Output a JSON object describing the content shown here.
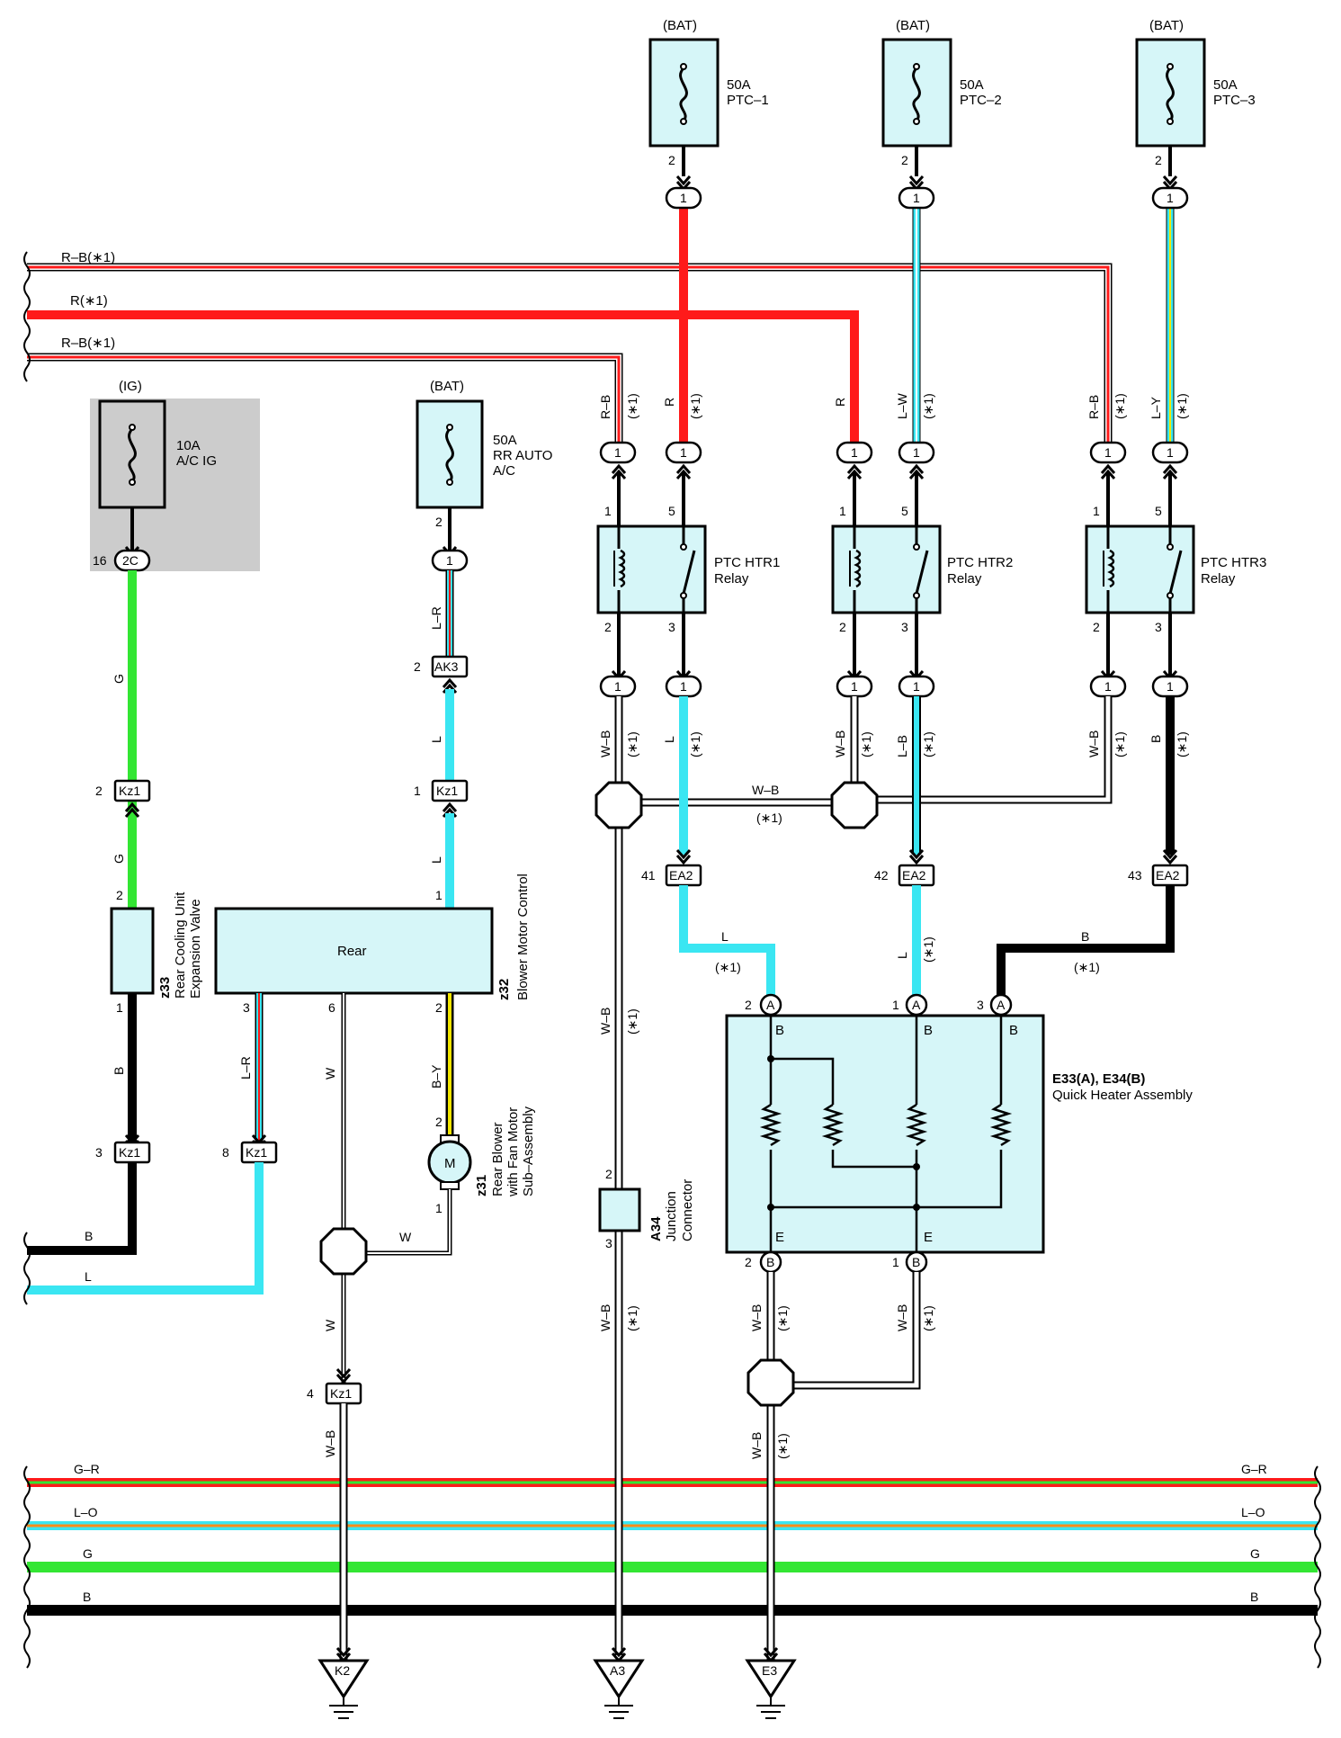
{
  "top_wires": [
    {
      "label": "R–B(∗1)"
    },
    {
      "label": "R(∗1)"
    },
    {
      "label": "R–B(∗1)"
    }
  ],
  "fuses": [
    {
      "source": "(BAT)",
      "rating": "50A",
      "name": "PTC–1",
      "terminal": "2",
      "connector": "1"
    },
    {
      "source": "(BAT)",
      "rating": "50A",
      "name": "PTC–2",
      "terminal": "2",
      "connector": "1"
    },
    {
      "source": "(BAT)",
      "rating": "50A",
      "name": "PTC–3",
      "terminal": "2",
      "connector": "1"
    },
    {
      "source": "(IG)",
      "rating": "10A",
      "name": "A/C IG",
      "terminal": "16",
      "connector": "2C"
    },
    {
      "source": "(BAT)",
      "rating": "50A",
      "name": "RR AUTO",
      "name2": "A/C",
      "terminal": "2",
      "connector": "1"
    }
  ],
  "relays": [
    {
      "name": "PTC HTR1",
      "type": "Relay",
      "pins": [
        "1",
        "5",
        "2",
        "3"
      ],
      "in_colors": [
        "R–B",
        "R"
      ],
      "out_colors": [
        "W–B",
        "L"
      ]
    },
    {
      "name": "PTC HTR2",
      "type": "Relay",
      "pins": [
        "1",
        "5",
        "2",
        "3"
      ],
      "in_colors": [
        "R",
        "L–W"
      ],
      "out_colors": [
        "W–B",
        "L–B"
      ]
    },
    {
      "name": "PTC HTR3",
      "type": "Relay",
      "pins": [
        "1",
        "5",
        "2",
        "3"
      ],
      "in_colors": [
        "R–B",
        "L–Y"
      ],
      "out_colors": [
        "W–B",
        "B"
      ]
    }
  ],
  "note": "(∗1)",
  "connector_pin": "1",
  "ea2": [
    {
      "pin": "41",
      "name": "EA2"
    },
    {
      "pin": "42",
      "name": "EA2"
    },
    {
      "pin": "43",
      "name": "EA2"
    }
  ],
  "left_section": {
    "wire_g": "G",
    "kz1_top_pin": "2",
    "kz1": "Kz1",
    "valve_pin_top": "2",
    "valve_pin_bottom": "1",
    "valve_code": "z33",
    "valve_name1": "Rear Cooling Unit",
    "valve_name2": "Expansion Valve",
    "wire_b": "B",
    "kz1_b_pin": "3",
    "wire_lr": "L–R",
    "kz1_lr_pin": "8",
    "bottom_b": "B",
    "bottom_l": "L"
  },
  "blower_control": {
    "title": "Rear",
    "code": "z32",
    "name": "Blower Motor Control",
    "wire_lr": "L–R",
    "ak3_pin": "2",
    "ak3": "AK3",
    "wire_l": "L",
    "kz1_pin": "1",
    "kz1": "Kz1",
    "pin_top": "1",
    "pins_bottom": [
      "3",
      "6",
      "2"
    ],
    "wire_w": "W",
    "wire_by": "B–Y"
  },
  "motor": {
    "symbol": "M",
    "pin_top": "2",
    "pin_bottom": "1",
    "code": "z31",
    "name1": "Rear Blower",
    "name2": "with Fan Motor",
    "name3": "Sub–Assembly",
    "wire_w": "W",
    "kz1_pin": "4",
    "kz1": "Kz1",
    "wire_wb": "W–B"
  },
  "junction": {
    "code": "A34",
    "name1": "Junction",
    "name2": "Connector",
    "pin_top": "2",
    "pin_bottom": "3",
    "wire": "W–B"
  },
  "splice_wire": "W–B",
  "heater": {
    "code": "E33(A), E34(B)",
    "name": "Quick Heater Assembly",
    "pins_top": [
      "2",
      "1",
      "3"
    ],
    "conn_top": "A",
    "conn_bottom": "B",
    "terminals_top": [
      "B",
      "B",
      "B"
    ],
    "terminals_bottom": [
      "E",
      "E"
    ],
    "pins_bottom": [
      "2",
      "1"
    ],
    "wire_l": "L",
    "wire_b": "B",
    "wire_wb": "W–B"
  },
  "bus": [
    {
      "label": "G–R"
    },
    {
      "label": "L–O"
    },
    {
      "label": "G"
    },
    {
      "label": "B"
    }
  ],
  "grounds": [
    "K2",
    "A3",
    "E3"
  ],
  "colors": {
    "red": "#ff1a1a",
    "cyan": "#3ae6f2",
    "green": "#33e633",
    "black": "#000000",
    "yellow": "#f2e600",
    "orange": "#ff8c1a",
    "box_fill": "#d6f6f8",
    "ig_area": "#cccccc"
  }
}
